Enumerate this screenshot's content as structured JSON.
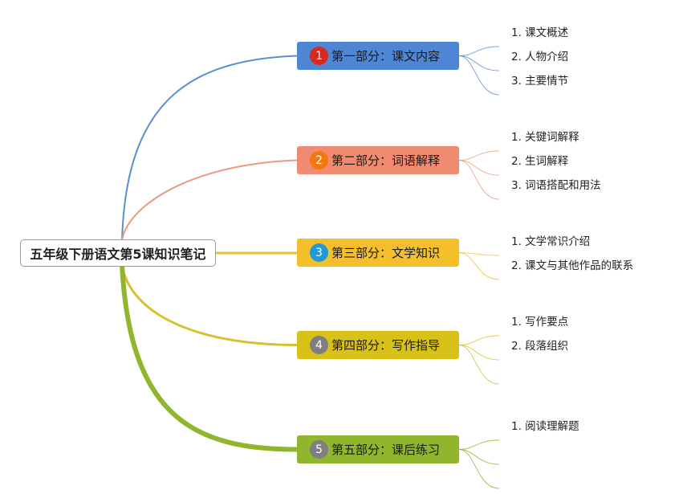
{
  "root": {
    "title": "五年级下册语文第5课知识笔记"
  },
  "branches": [
    {
      "number": "1",
      "label": "第一部分：课文内容",
      "color": "#4f86d3",
      "badge_color": "#d62a1f",
      "line_color": "#5b8fd0",
      "leaves": [
        "1. 课文概述",
        "2. 人物介绍",
        "3. 主要情节"
      ]
    },
    {
      "number": "2",
      "label": "第二部分：词语解释",
      "color": "#f08a70",
      "badge_color": "#f07810",
      "line_color": "#ec9a80",
      "leaves": [
        "1. 关键词解释",
        "2. 生词解释",
        "3. 词语搭配和用法"
      ]
    },
    {
      "number": "3",
      "label": "第三部分：文学知识",
      "color": "#f4bf2a",
      "badge_color": "#1f9ad6",
      "line_color": "#f0c030",
      "leaves": [
        "1. 文学常识介绍",
        "2. 课文与其他作品的联系"
      ]
    },
    {
      "number": "4",
      "label": "第四部分：写作指导",
      "color": "#d8c21a",
      "badge_color": "#7f7f7f",
      "line_color": "#d4c230",
      "leaves": [
        "1. 写作要点",
        "2. 段落组织",
        ""
      ]
    },
    {
      "number": "5",
      "label": "第五部分：课后练习",
      "color": "#8fb62c",
      "badge_color": "#7f7f7f",
      "line_color": "#8fb62c",
      "leaves": [
        "1. 阅读理解题",
        "",
        ""
      ]
    }
  ]
}
